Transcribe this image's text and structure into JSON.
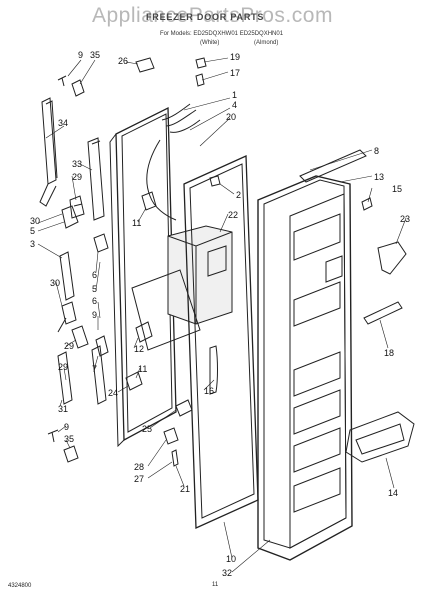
{
  "watermark": "AppliancePartsPros.com",
  "header": {
    "title": "FREEZER DOOR PARTS",
    "subtitle": "For Models: ED25DQXHW01 ED25DQXHN01",
    "color_white": "(White)",
    "color_almond": "(Almond)"
  },
  "footer": {
    "doc_number": "4324800",
    "page_number": "11"
  },
  "callouts": [
    "1",
    "2",
    "3",
    "4",
    "5",
    "6",
    "7",
    "8",
    "9",
    "10",
    "11",
    "12",
    "13",
    "14",
    "15",
    "16",
    "17",
    "18",
    "19",
    "20",
    "21",
    "22",
    "23",
    "24",
    "25",
    "26",
    "27",
    "28",
    "29",
    "30",
    "31",
    "32",
    "33",
    "34",
    "35"
  ]
}
